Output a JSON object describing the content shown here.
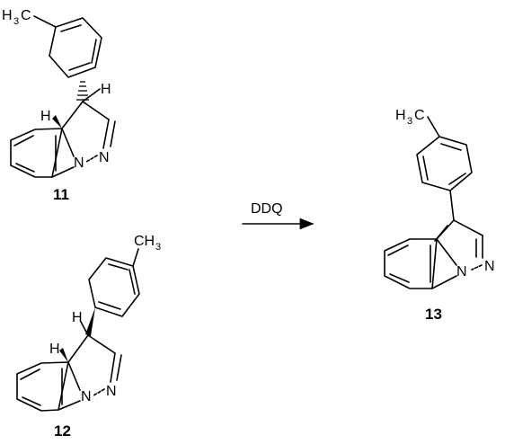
{
  "atoms": {
    "H": "H",
    "N": "N",
    "methyl_main": "H",
    "methyl_sub": "3",
    "methyl_c": "C",
    "methyl_right": "CH",
    "methyl_right_sub": "3"
  },
  "compounds": {
    "c11": "11",
    "c12": "12",
    "c13": "13"
  },
  "reaction": {
    "reagent": "DDQ"
  }
}
